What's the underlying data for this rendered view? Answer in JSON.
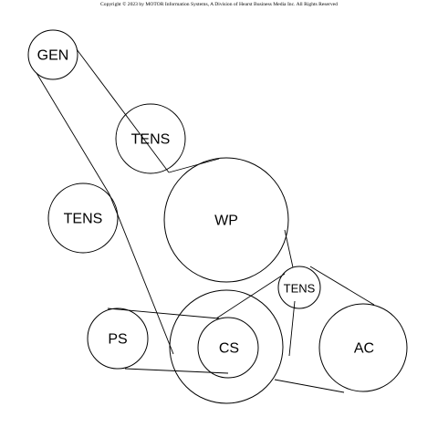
{
  "diagram": {
    "copyright": "Copyright © 2023 by MOTOR Information Systems, A Division of Hearst Business Media Inc. All Rights Reserved",
    "pulleys": {
      "gen": "GEN",
      "tens_upper": "TENS",
      "tens_left": "TENS",
      "wp": "WP",
      "tens_small": "TENS",
      "ps": "PS",
      "cs": "CS",
      "ac": "AC"
    }
  }
}
